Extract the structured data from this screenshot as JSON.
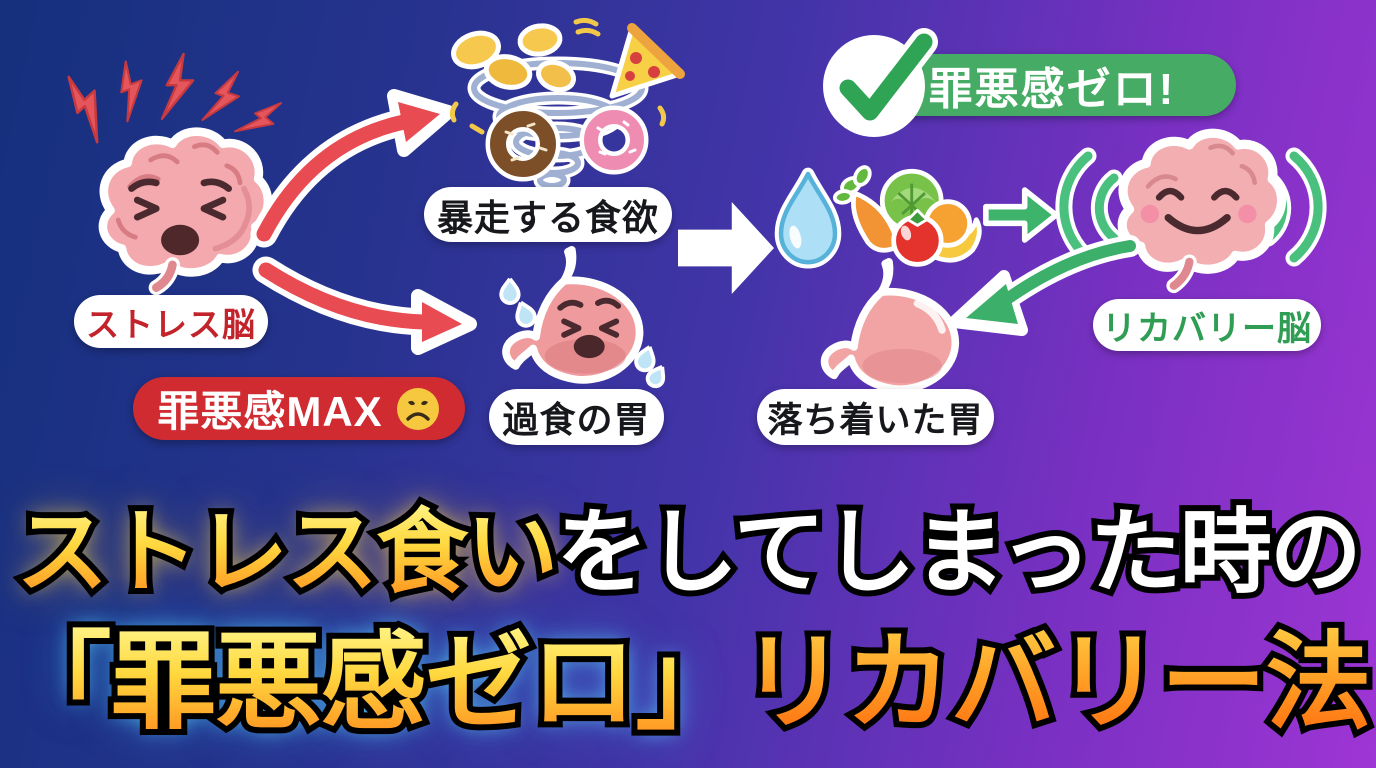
{
  "background": {
    "gradient_left": "#15307d",
    "gradient_mid": "#4234a8",
    "gradient_right": "#9e35d4"
  },
  "before_flow": {
    "stress_brain_label": "ストレス脳",
    "guilt_badge_text": "罪悪感MAX",
    "craving_label": "暴走する食欲",
    "overeat_stomach_label": "過食の胃"
  },
  "after_flow": {
    "zero_guilt_text": "罪悪感ゼロ!",
    "recovery_brain_label": "リカバリー脳",
    "calm_stomach_label": "落ち着いた胃"
  },
  "title": {
    "line1_highlight": "ストレス食い",
    "line1_rest": "をしてしまった時の",
    "line2_highlight": "「罪悪感ゼロ」",
    "line2_rest": "リカバリー法"
  },
  "colors": {
    "stress_label_red": "#c3242c",
    "guilt_badge_bg": "#cf2b31",
    "zero_guilt_bg": "#46ab64",
    "recovery_label_green": "#2f9e54",
    "arrow_red": "#e84b52",
    "arrow_green": "#3cb06a",
    "title_yellow_top": "#fff07c",
    "title_orange_bottom": "#ff9a24",
    "cyan_glow": "#60ddff"
  },
  "icons": {
    "stressed_brain": "stressed-brain-icon",
    "lightning_bolts": "lightning-bolts-icon",
    "sad_face": "sad-face-icon",
    "food_tornado": "food-tornado-icon",
    "overeat_stomach": "overeat-stomach-icon",
    "white_right_arrow": "right-arrow-icon",
    "water_drop": "water-drop-icon",
    "vegetables": "vegetables-icon",
    "green_right_arrow": "green-right-arrow-icon",
    "checkmark": "checkmark-icon",
    "happy_brain": "happy-brain-icon",
    "sound_waves": "sound-waves-icon",
    "calm_stomach": "calm-stomach-icon",
    "green_curved_arrow": "green-curved-arrow-icon",
    "red_curved_arrows": "red-curved-arrow-icon"
  }
}
